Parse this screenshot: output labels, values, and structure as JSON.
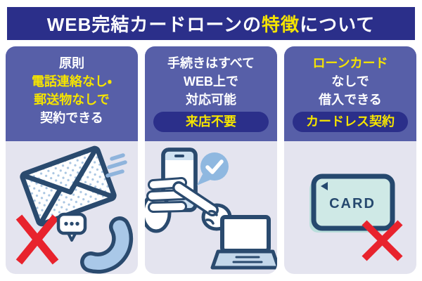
{
  "palette": {
    "banner_navy": "#2b2f8a",
    "header_blue": "#575fa8",
    "panel_lavender": "#e4e4ef",
    "accent_yellow": "#f5e400",
    "text_white": "#ffffff",
    "cross_red": "#e8232d",
    "icon_outline_navy": "#2a4a6e",
    "icon_light_blue": "#a9c8e8",
    "bubble_blue": "#8fb8e0",
    "card_mint": "#cfe9e6"
  },
  "title": {
    "prefix": "WEB完結カードローンの",
    "highlight": "特徴",
    "suffix": "について"
  },
  "columns": [
    {
      "id": "no-phone-no-mail",
      "lines": [
        {
          "text": "原則",
          "color": "white"
        },
        {
          "text": "電話連絡なし・",
          "color": "yellow"
        },
        {
          "text": "郵送物なしで",
          "color": "yellow"
        },
        {
          "text": "契約できる",
          "color": "white"
        }
      ],
      "icons": [
        "envelope-icon",
        "speed-lines-icon",
        "cross-icon",
        "speech-bubble-icon",
        "phone-handset-icon"
      ]
    },
    {
      "id": "all-on-web",
      "lines": [
        {
          "text": "手続きはすべて",
          "color": "white"
        },
        {
          "text": "WEB上で",
          "color": "white"
        },
        {
          "text": "対応可能",
          "color": "white"
        }
      ],
      "badge": "来店不要",
      "icons": [
        "smartphone-icon",
        "hands-icon",
        "check-bubble-icon",
        "laptop-icon"
      ]
    },
    {
      "id": "cardless",
      "lines": [
        {
          "text": "ローンカード",
          "color": "yellow"
        },
        {
          "text": "なしで",
          "color": "white"
        },
        {
          "text": "借入できる",
          "color": "white"
        }
      ],
      "badge": "カードレス契約",
      "card_label": "CARD",
      "icons": [
        "loan-card-icon",
        "cross-icon"
      ]
    }
  ]
}
